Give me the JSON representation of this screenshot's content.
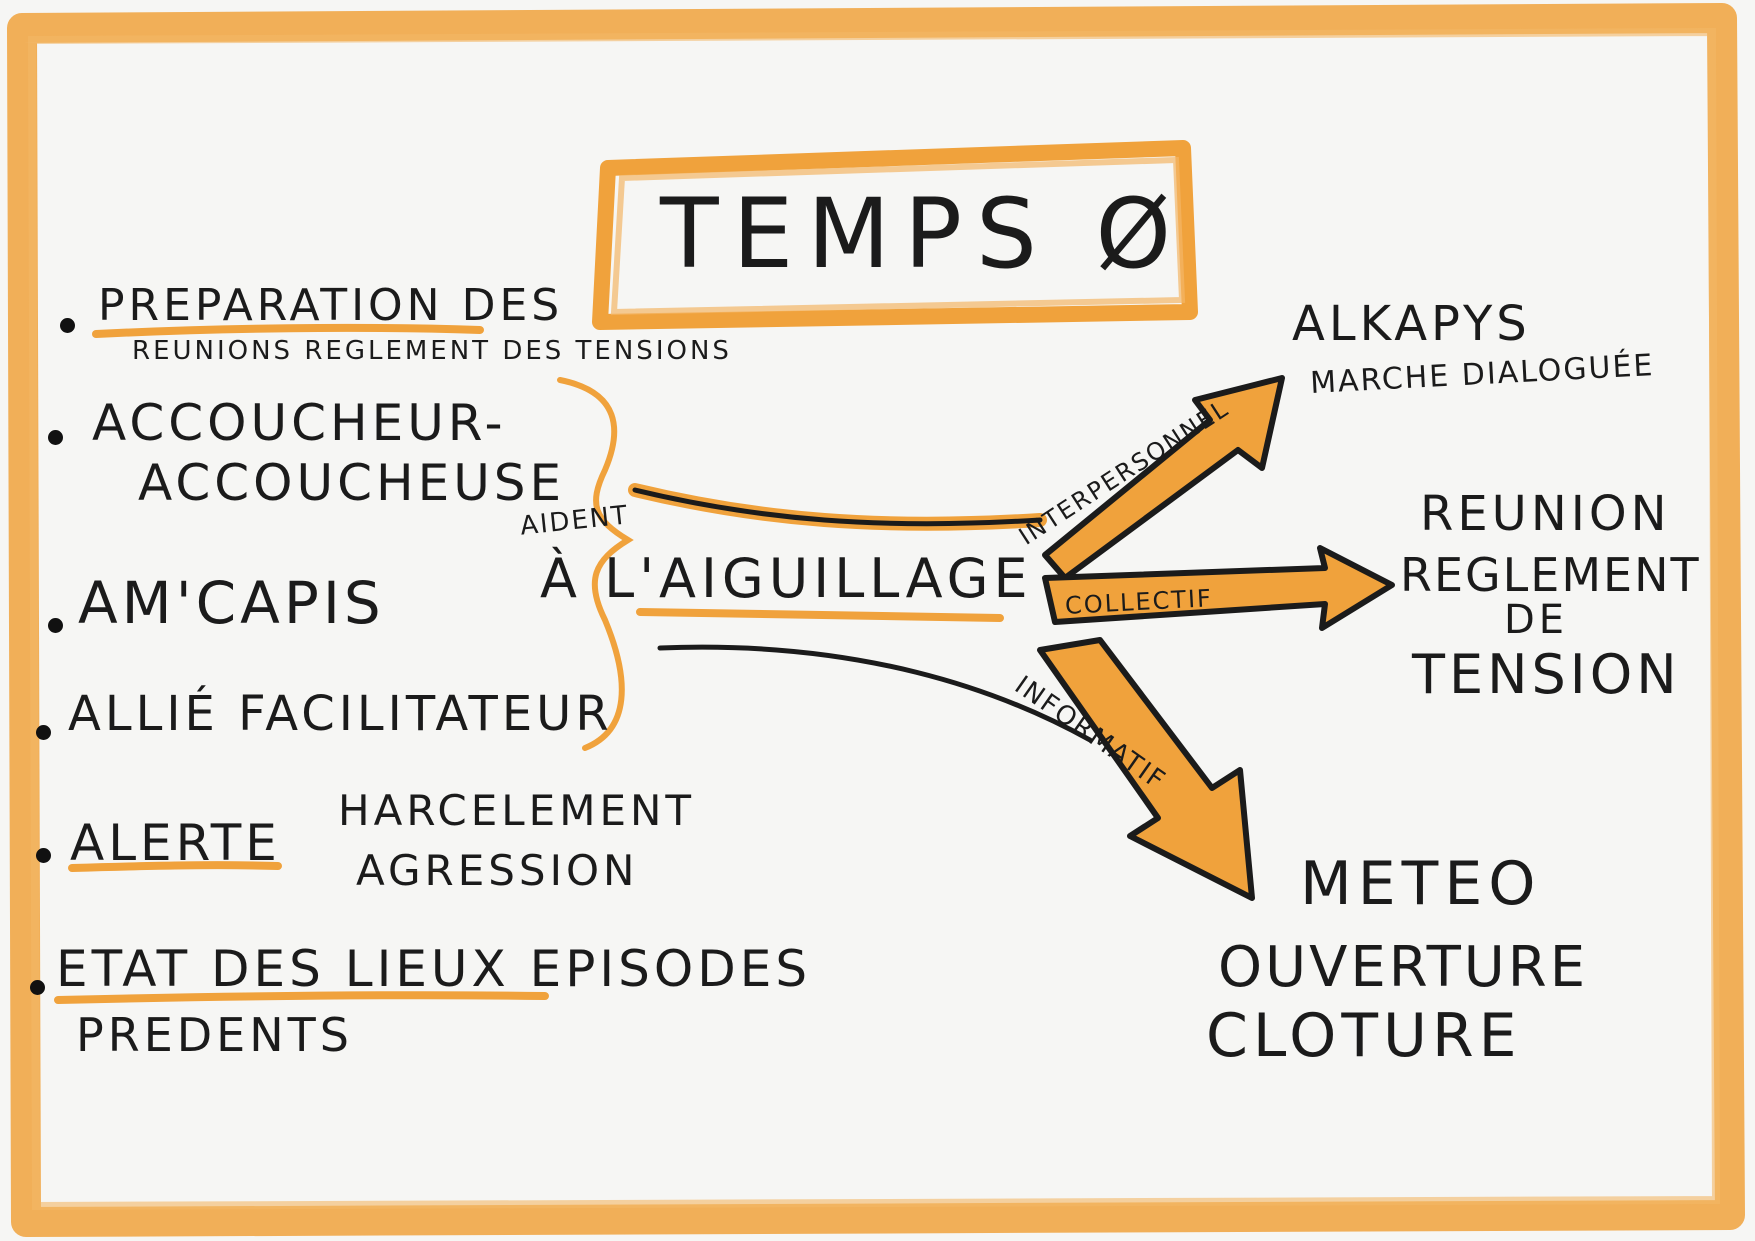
{
  "title": "TEMPS Ø",
  "left_list": {
    "item1_line1": "PREPARATION DES",
    "item1_line2": "REUNIONS REGLEMENT DES TENSIONS",
    "item2_line1": "ACCOUCHEUR-",
    "item2_line2": "ACCOUCHEUSE",
    "item3": "AM'CAPIS",
    "item4": "ALLIÉ FACILITATEUR",
    "item5_a": "ALERTE",
    "item5_b1": "HARCELEMENT",
    "item5_b2": "AGRESSION",
    "item6_line1": "ETAT DES LIEUX EPISODES",
    "item6_line2": "PREDENTS"
  },
  "center": {
    "aident": "AIDENT",
    "aiguillage": "À L'AIGUILLAGE"
  },
  "branches": {
    "top": "INTERPERSONNEL",
    "middle": "COLLECTIF",
    "bottom": "INFORMATIF"
  },
  "targets": {
    "top_line1": "ALKAPYS",
    "top_line2": "MARCHE DIALOGUÉE",
    "middle_line1": "REUNION",
    "middle_line2": "REGLEMENT",
    "middle_line3": "DE",
    "middle_line4": "TENSION",
    "bottom_line1": "METEO",
    "bottom_line2": "OUVERTURE",
    "bottom_line3": "CLOTURE"
  },
  "colors": {
    "frame": "#f0a84a",
    "highlight": "#f0a23c",
    "ink": "#1b1b1b"
  }
}
